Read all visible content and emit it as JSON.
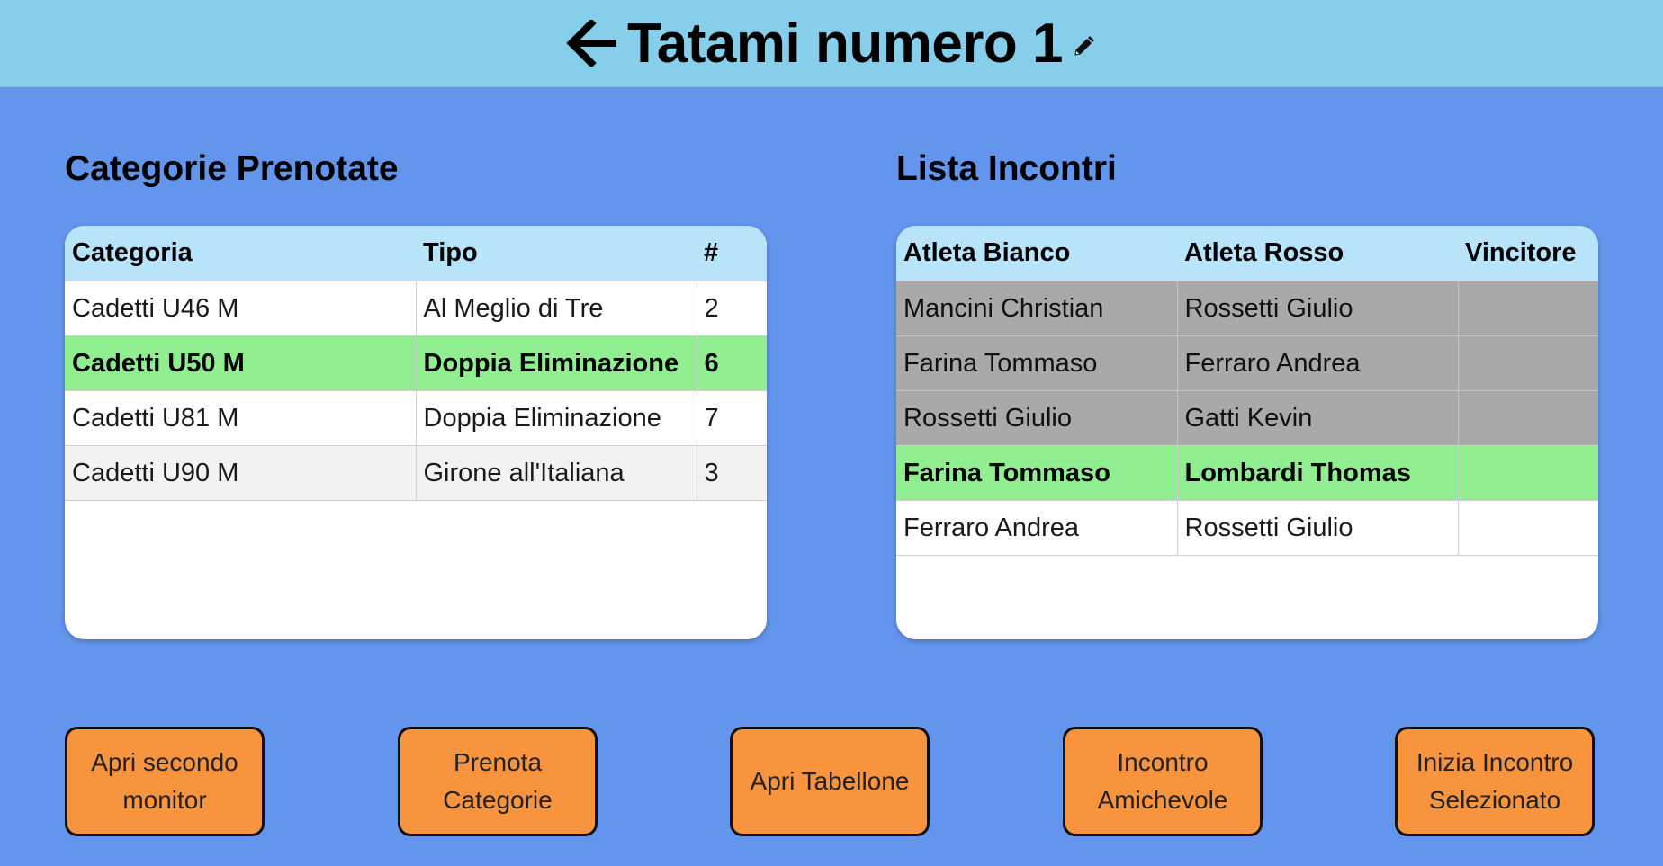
{
  "header": {
    "title": "Tatami numero 1",
    "back_icon": "arrow-left-icon",
    "edit_icon": "pencil-icon",
    "background": "#87CEEB"
  },
  "categories": {
    "title": "Categorie Prenotate",
    "columns": [
      "Categoria",
      "Tipo",
      "#"
    ],
    "rows": [
      {
        "categoria": "Cadetti U46 M",
        "tipo": "Al Meglio di Tre",
        "count": "2",
        "state": "normal"
      },
      {
        "categoria": "Cadetti U50 M",
        "tipo": "Doppia Eliminazione",
        "count": "6",
        "state": "selected"
      },
      {
        "categoria": "Cadetti U81 M",
        "tipo": "Doppia Eliminazione",
        "count": "7",
        "state": "normal"
      },
      {
        "categoria": "Cadetti U90 M",
        "tipo": "Girone all'Italiana",
        "count": "3",
        "state": "alt"
      }
    ]
  },
  "matches": {
    "title": "Lista Incontri",
    "columns": [
      "Atleta Bianco",
      "Atleta Rosso",
      "Vincitore"
    ],
    "rows": [
      {
        "bianco": "Mancini Christian",
        "rosso": "Rossetti Giulio",
        "vincitore": "",
        "state": "done"
      },
      {
        "bianco": "Farina Tommaso",
        "rosso": "Ferraro Andrea",
        "vincitore": "",
        "state": "done"
      },
      {
        "bianco": "Rossetti Giulio",
        "rosso": "Gatti Kevin",
        "vincitore": "",
        "state": "done"
      },
      {
        "bianco": "Farina Tommaso",
        "rosso": "Lombardi Thomas",
        "vincitore": "",
        "state": "selected"
      },
      {
        "bianco": "Ferraro Andrea",
        "rosso": "Rossetti Giulio",
        "vincitore": "",
        "state": "normal"
      }
    ]
  },
  "buttons": {
    "second_monitor": "Apri secondo monitor",
    "book_categories": "Prenota Categorie",
    "open_board": "Apri Tabellone",
    "friendly_match": "Incontro Amichevole",
    "start_selected": "Inizia Incontro Selezionato"
  },
  "colors": {
    "background": "#6495ED",
    "table_header": "#B8E4FA",
    "selected_row": "#90EE90",
    "completed_row": "#A9A9A9",
    "button": "#F9943E"
  }
}
